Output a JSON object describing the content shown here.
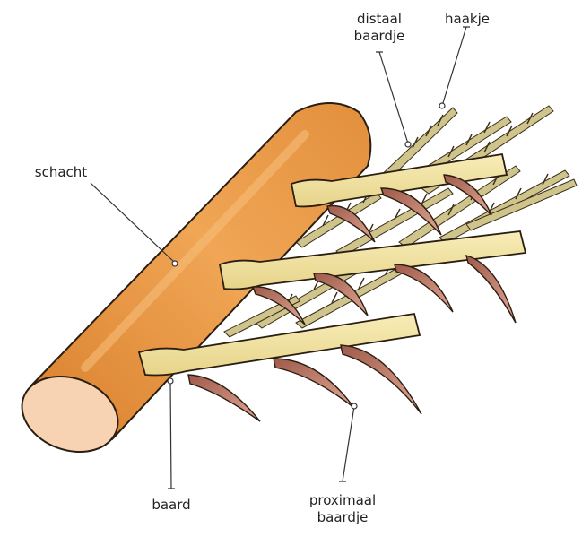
{
  "labels": {
    "distaal": [
      "distaal",
      "baardje"
    ],
    "haakje": "haakje",
    "schacht": "schacht",
    "baard": "baard",
    "proximaal": [
      "proximaal",
      "baardje"
    ]
  },
  "colors": {
    "shaft_fill": "#E8963F",
    "shaft_highlight": "#F3B46A",
    "shaft_end": "#F7D3B4",
    "barb_fill": "#F2E3A2",
    "barbule_distal": "#C9BE85",
    "barbule_proximal": "#C98573",
    "outline": "#2A1E12",
    "leader": "#333333"
  }
}
